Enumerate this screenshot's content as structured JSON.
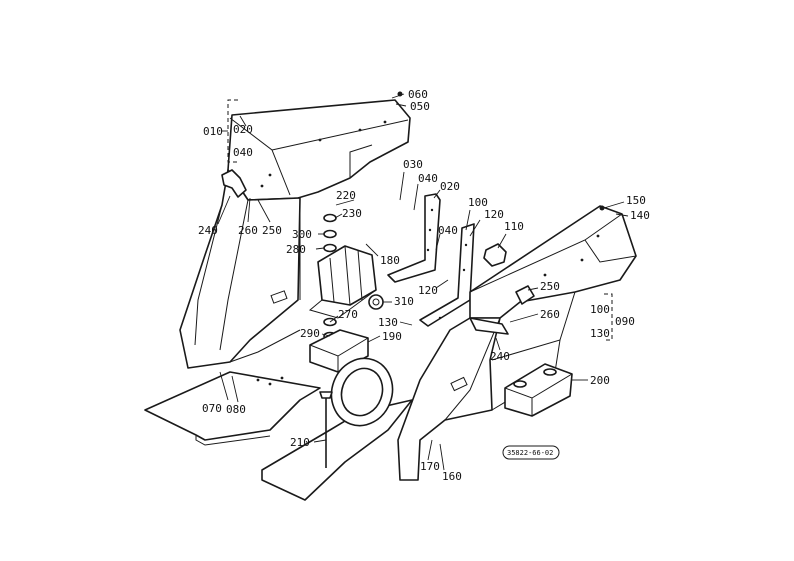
{
  "callouts": {
    "c060a": "060",
    "c050": "050",
    "c010": "010",
    "c020a": "020",
    "c040a": "040",
    "c030": "030",
    "c040b": "040",
    "c020b": "020",
    "c220": "220",
    "c230": "230",
    "c300": "300",
    "c280": "280",
    "c180": "180",
    "c100": "100",
    "c120a": "120",
    "c110": "110",
    "c040c": "040",
    "c120b": "120",
    "c310": "310",
    "c240a": "240",
    "c260a": "260",
    "c250a": "250",
    "c150": "150",
    "c140": "140",
    "c250b": "250",
    "c100b": "100",
    "c090": "090",
    "c130b": "130",
    "c260b": "260",
    "c130a": "130",
    "c270": "270",
    "c290": "290",
    "c190": "190",
    "c240b": "240",
    "c200": "200",
    "c070": "070",
    "c080": "080",
    "c210": "210",
    "c170": "170",
    "c160": "160"
  },
  "reference_code": "35822-66-02"
}
